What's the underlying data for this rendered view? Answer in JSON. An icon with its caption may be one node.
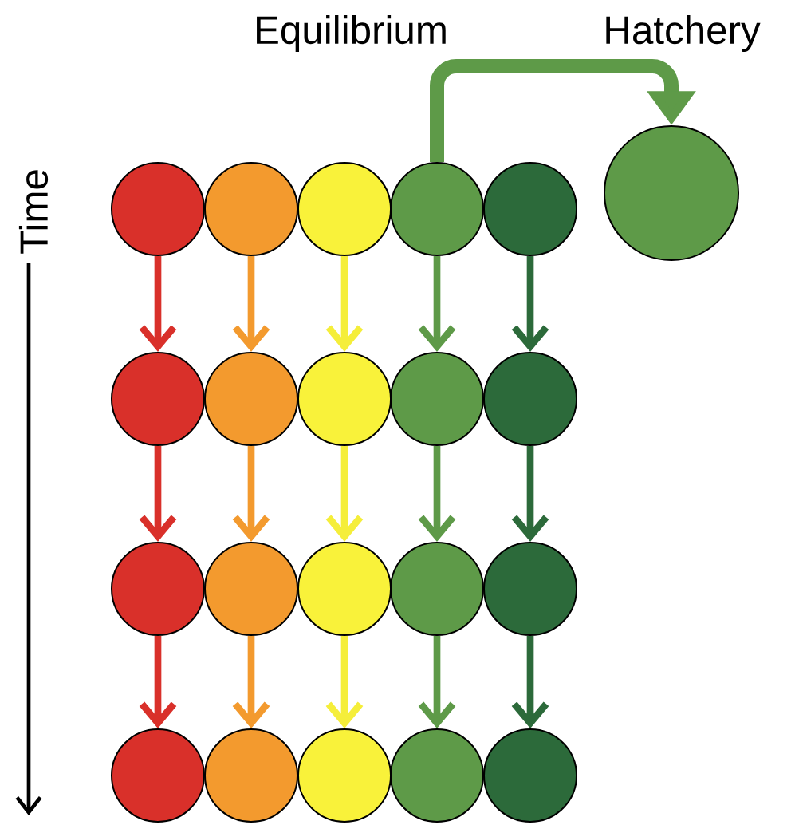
{
  "diagram": {
    "nodes": [
      {
        "text": [],
        "shape": "circle"
      },
      {
        "text": [],
        "shape": "circle"
      },
      {
        "text": [],
        "shape": "circle"
      },
      {
        "text": [],
        "shape": "circle"
      },
      {
        "text": [],
        "shape": "circle"
      },
      {
        "text": [],
        "shape": "circle"
      },
      {
        "text": [],
        "shape": "circle"
      },
      {
        "text": [],
        "shape": "circle"
      },
      {
        "text": [],
        "shape": "circle"
      },
      {
        "text": [],
        "shape": "circle"
      },
      {
        "text": [],
        "shape": "circle"
      },
      {
        "text": [],
        "shape": "circle"
      },
      {
        "text": [],
        "shape": "circle"
      },
      {
        "text": [],
        "shape": "circle"
      },
      {
        "text": [],
        "shape": "circle"
      },
      {
        "text": [],
        "shape": "circle"
      },
      {
        "text": [],
        "shape": "circle"
      },
      {
        "text": [],
        "shape": "circle"
      },
      {
        "text": [],
        "shape": "circle"
      },
      {
        "text": [],
        "shape": "circle"
      },
      {
        "text": [],
        "shape": "circle"
      }
    ],
    "edges": [
      {
        "from": 3,
        "to": 5,
        "arrow": "to",
        "style": "thick",
        "color": "#5e9a48"
      },
      {
        "from": 0,
        "to": 6,
        "arrow": "to",
        "color": "#d9302a"
      },
      {
        "from": 1,
        "to": 7,
        "arrow": "to",
        "color": "#f39a2e"
      },
      {
        "from": 2,
        "to": 8,
        "arrow": "to",
        "color": "#f5ee3a"
      },
      {
        "from": 3,
        "to": 9,
        "arrow": "to",
        "color": "#5e9a48"
      },
      {
        "from": 4,
        "to": 10,
        "arrow": "to",
        "color": "#2c6a3a"
      },
      {
        "from": 6,
        "to": 11,
        "arrow": "to",
        "color": "#d9302a"
      },
      {
        "from": 7,
        "to": 12,
        "arrow": "to",
        "color": "#f39a2e"
      },
      {
        "from": 8,
        "to": 13,
        "arrow": "to",
        "color": "#f5ee3a"
      },
      {
        "from": 9,
        "to": 14,
        "arrow": "to",
        "color": "#5e9a48"
      },
      {
        "from": 10,
        "to": 15,
        "arrow": "to",
        "color": "#2c6a3a"
      },
      {
        "from": 11,
        "to": 16,
        "arrow": "to",
        "color": "#d9302a"
      },
      {
        "from": 12,
        "to": 17,
        "arrow": "to",
        "color": "#f39a2e"
      },
      {
        "from": 13,
        "to": 18,
        "arrow": "to",
        "color": "#f5ee3a"
      },
      {
        "from": 14,
        "to": 19,
        "arrow": "to",
        "color": "#5e9a48"
      },
      {
        "from": 15,
        "to": 20,
        "arrow": "to",
        "color": "#2c6a3a"
      }
    ],
    "labels": [
      "Equilibrium",
      "Hatchery",
      "Time"
    ]
  }
}
